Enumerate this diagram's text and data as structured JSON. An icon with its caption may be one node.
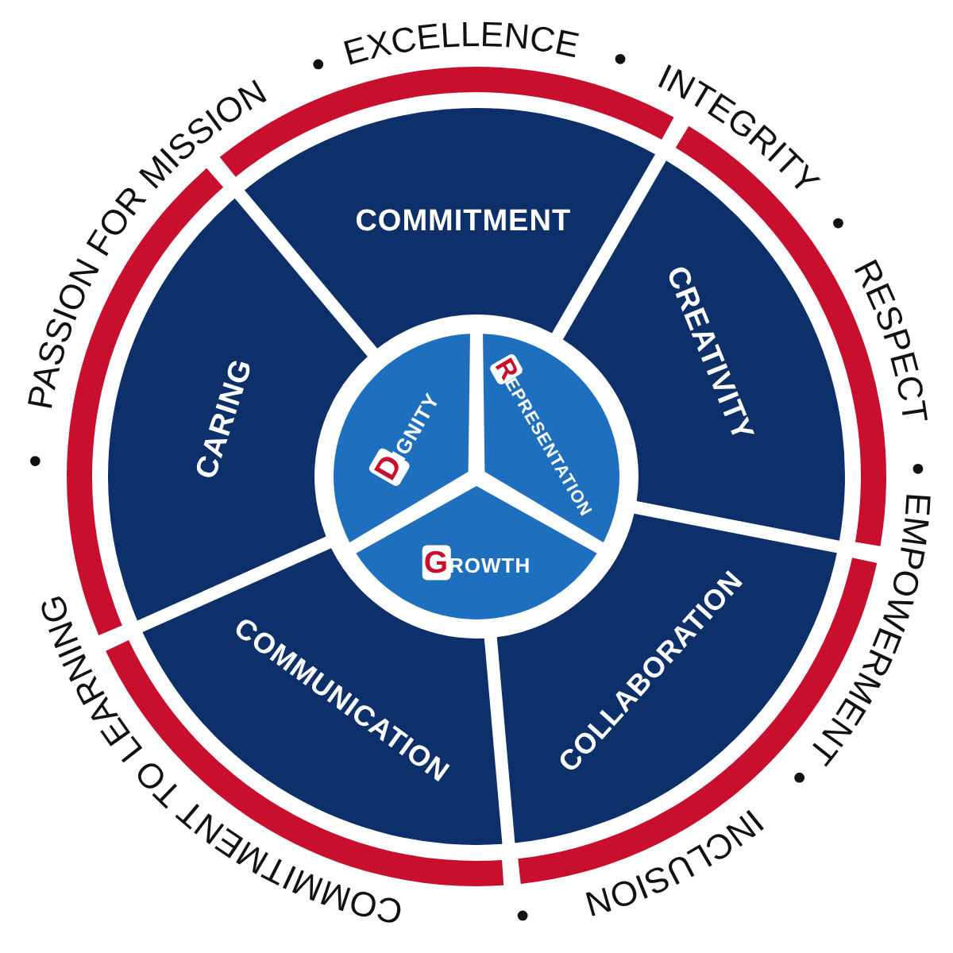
{
  "diagram": {
    "nodes": [
      {
        "text": [
          "COMMITMENT"
        ]
      },
      {
        "text": [
          "CREATIVITY"
        ]
      },
      {
        "text": [
          "COLLABORATION"
        ]
      },
      {
        "text": [
          "COMMUNICATION"
        ]
      },
      {
        "text": [
          "CARING"
        ]
      },
      {
        "text": [
          "DIGNITY"
        ]
      },
      {
        "text": [
          "REPRESENTATION"
        ]
      },
      {
        "text": [
          "GROWTH"
        ]
      }
    ],
    "edges": [],
    "labels": [
      "PASSION FOR MISSION",
      "EXCELLENCE",
      "INTEGRITY",
      "RESPECT",
      "EMPOWERMENT",
      "INCLUSION",
      "COMMITMENT TO LEARNING"
    ]
  }
}
